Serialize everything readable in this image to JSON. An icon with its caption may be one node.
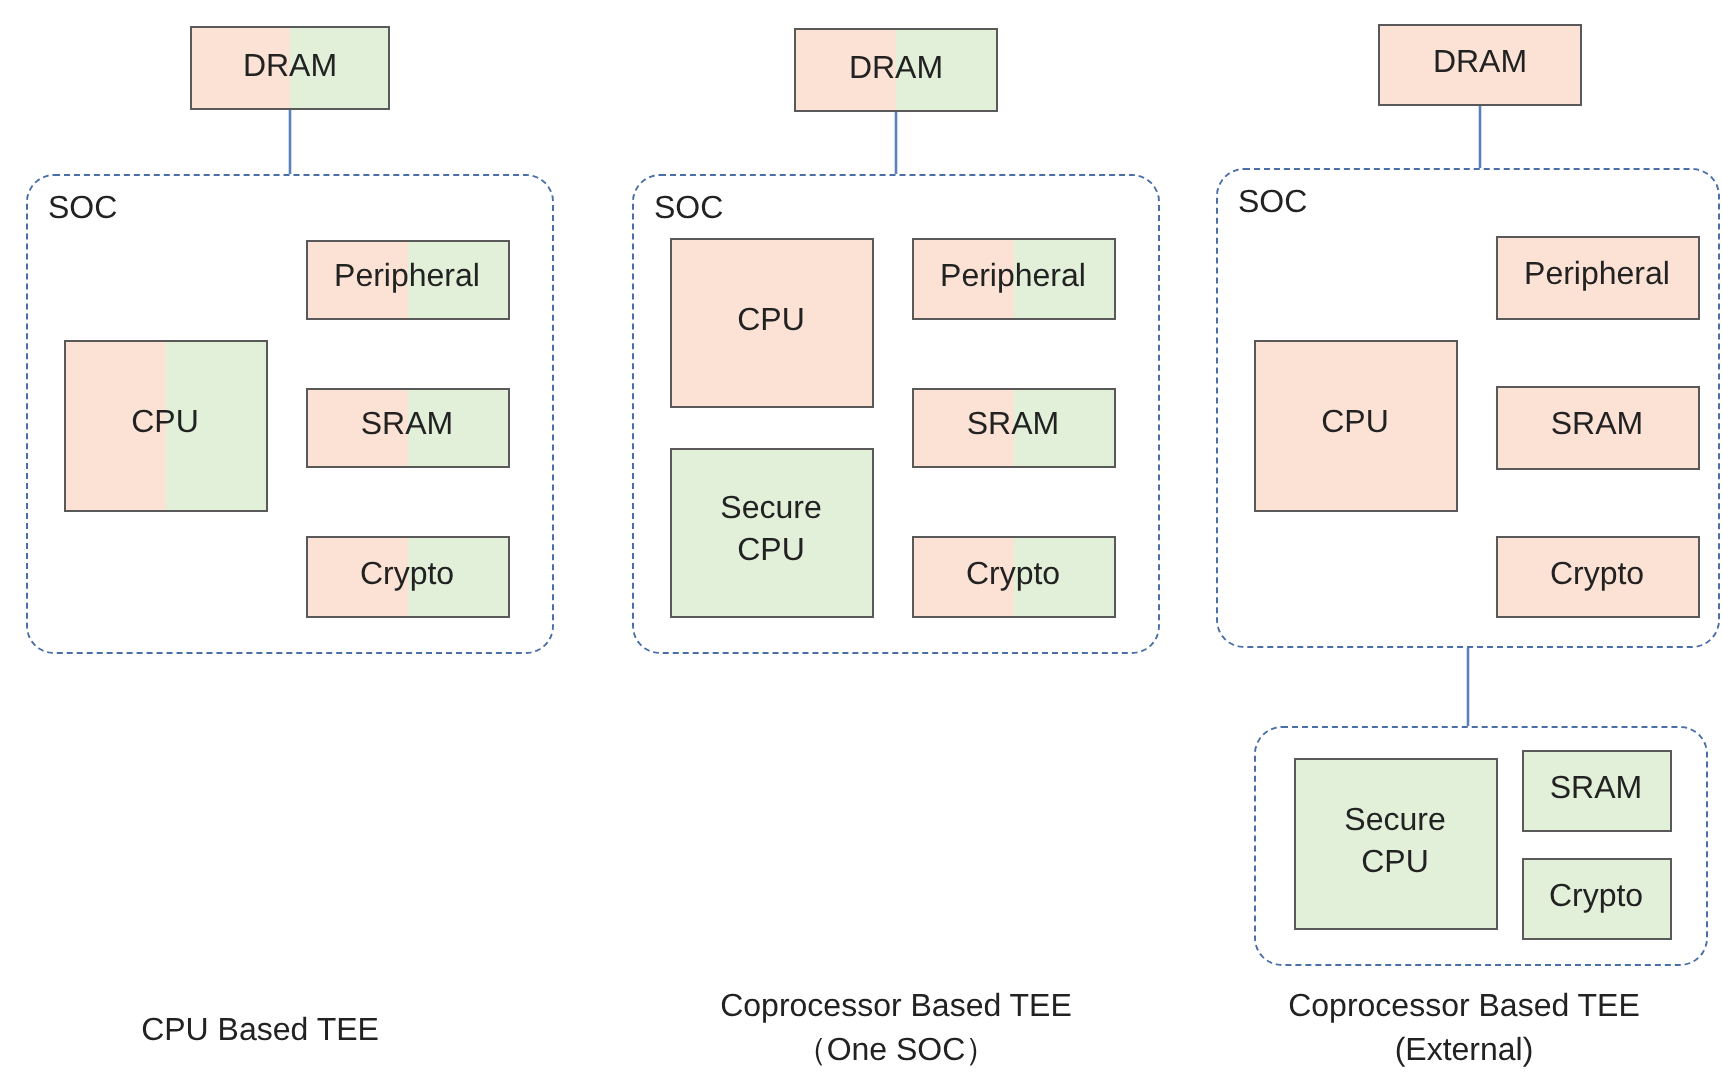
{
  "diagram": {
    "nodes": [
      {
        "text": [
          "DRAM"
        ]
      },
      {
        "text": [
          "SOC"
        ]
      },
      {
        "text": [
          "Peripheral"
        ],
        "in": 1
      },
      {
        "text": [
          "CPU"
        ],
        "in": 1
      },
      {
        "text": [
          "SRAM"
        ],
        "in": 1
      },
      {
        "text": [
          "Crypto"
        ],
        "in": 1
      },
      {
        "text": [
          "DRAM"
        ]
      },
      {
        "text": [
          "SOC"
        ]
      },
      {
        "text": [
          "CPU"
        ],
        "in": 7
      },
      {
        "text": [
          "Peripheral"
        ],
        "in": 7
      },
      {
        "text": [
          "SRAM"
        ],
        "in": 7
      },
      {
        "text": [
          "Secure CPU"
        ],
        "in": 7
      },
      {
        "text": [
          "Crypto"
        ],
        "in": 7
      },
      {
        "text": [
          "DRAM"
        ]
      },
      {
        "text": [
          "SOC"
        ]
      },
      {
        "text": [
          "Peripheral"
        ],
        "in": 14
      },
      {
        "text": [
          "CPU"
        ],
        "in": 14
      },
      {
        "text": [
          "SRAM"
        ],
        "in": 14
      },
      {
        "text": [
          "Crypto"
        ],
        "in": 14
      },
      {
        "text": [],
        "shape": "box"
      },
      {
        "text": [
          "Secure CPU"
        ],
        "in": 19
      },
      {
        "text": [
          "SRAM"
        ],
        "in": 19
      },
      {
        "text": [
          "Crypto"
        ],
        "in": 19
      }
    ],
    "edges": [
      {
        "from": 0,
        "to": 1,
        "arrow": "none"
      },
      {
        "from": 6,
        "to": 7,
        "arrow": "none"
      },
      {
        "from": 13,
        "to": 14,
        "arrow": "none"
      },
      {
        "from": 14,
        "to": 19,
        "arrow": "none"
      }
    ],
    "labels": [
      "CPU Based TEE",
      "Coprocessor Based TEE （One SOC）",
      "Coprocessor Based TEE (External)"
    ]
  }
}
